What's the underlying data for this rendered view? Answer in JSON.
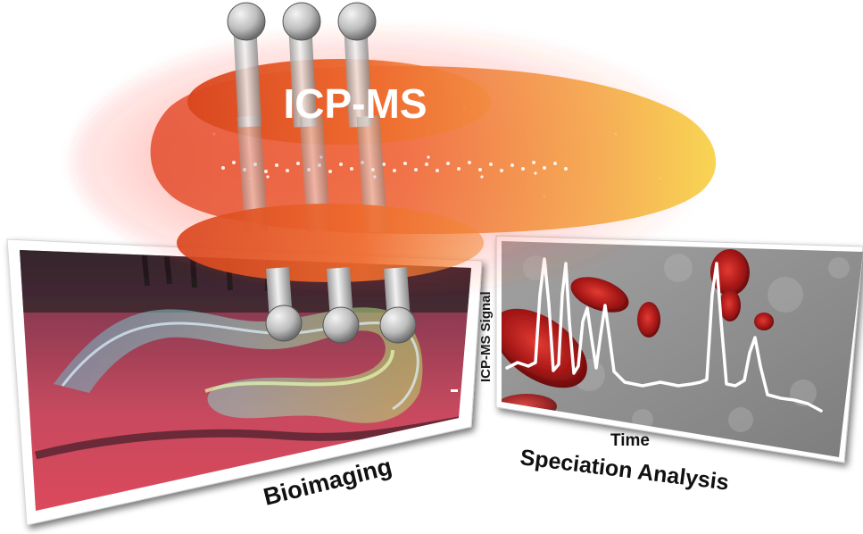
{
  "title": "ICP-MS",
  "left_panel": {
    "caption": "Bioimaging"
  },
  "right_panel": {
    "caption": "Speciation Analysis",
    "y_axis_label": "ICP-MS Signal",
    "x_axis_label": "Time"
  },
  "colors": {
    "plasma_core": "#e8421e",
    "plasma_edge": "#f9c23c",
    "chromatogram_line": "#ffffff",
    "blood_cell": "#a31616",
    "panel_background": "#8f8f8f"
  }
}
